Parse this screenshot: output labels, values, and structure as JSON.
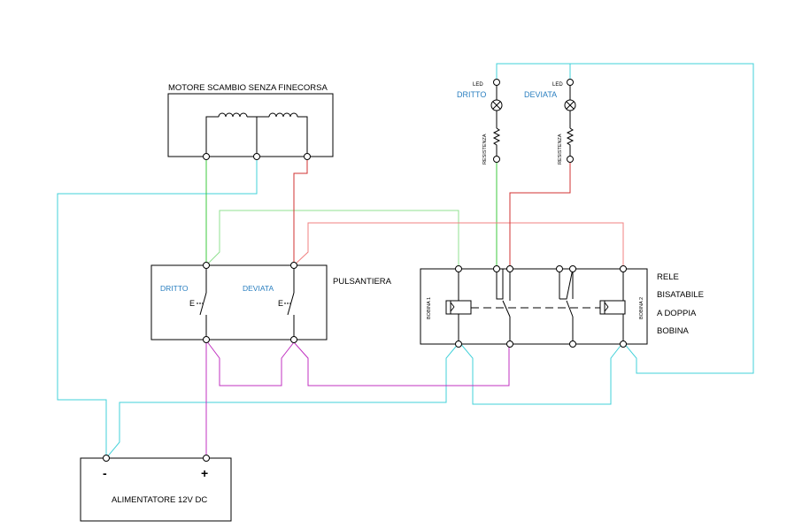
{
  "colors": {
    "green": "#3cc83c",
    "red": "#d03030",
    "cyan": "#40d0d8",
    "magenta": "#c030c0",
    "pink": "#f08080",
    "lightgreen": "#90e090",
    "label_blue": "#2a7fc0"
  },
  "motor": {
    "title": "MOTORE SCAMBIO SENZA FINECORSA"
  },
  "leds": {
    "led1_tag": "LED",
    "led1_name": "DRITTO",
    "led1_res": "RESISTENZA",
    "led2_tag": "LED",
    "led2_name": "DEVIATA",
    "led2_res": "RESISTENZA"
  },
  "pulsantiera": {
    "title": "PULSANTIERA",
    "btn1": "DRITTO",
    "btn2": "DEVIATA",
    "btn_symbol": "E"
  },
  "rele": {
    "line1": "RELE",
    "line2": "BISATABILE",
    "line3": "A DOPPIA",
    "line4": "BOBINA",
    "coil1": "BOBINA 1",
    "coil2": "BOBINA 2"
  },
  "alimentatore": {
    "title": "ALIMENTATORE 12V DC",
    "minus": "-",
    "plus": "+"
  }
}
